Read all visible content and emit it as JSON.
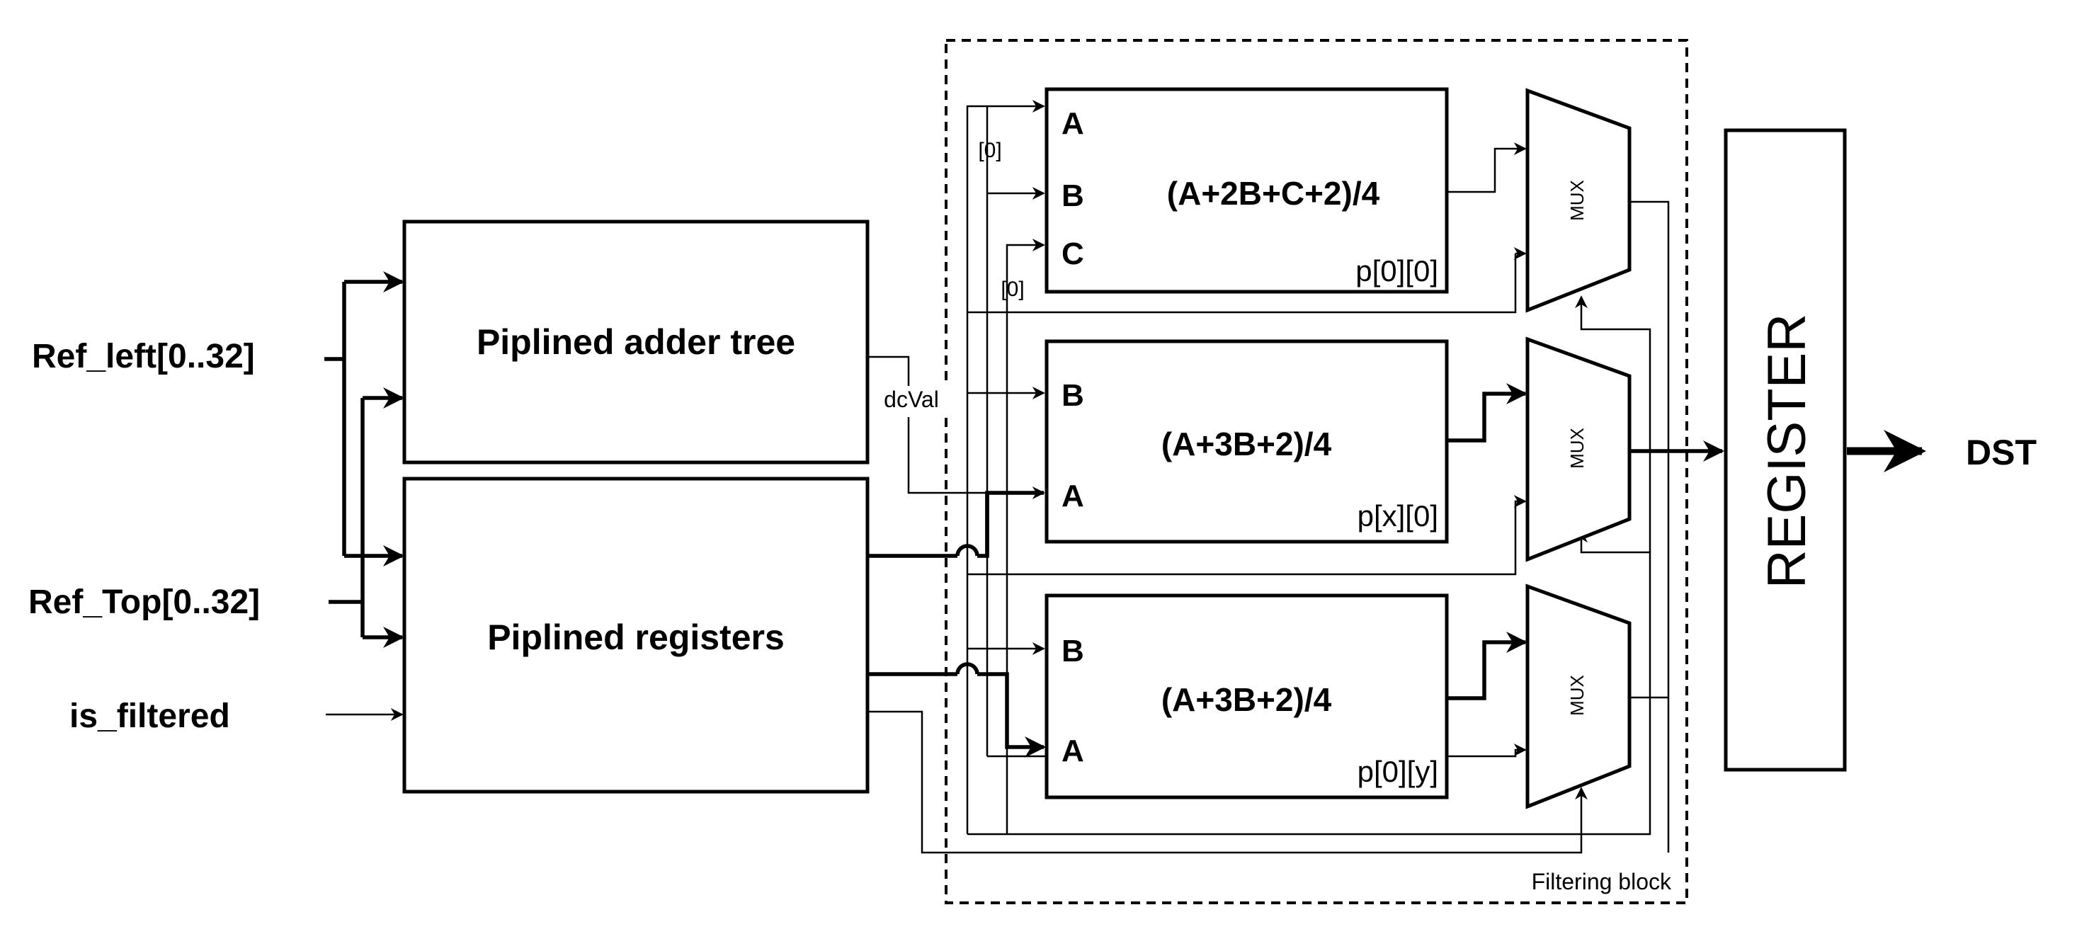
{
  "inputs": {
    "ref_left": "Ref_left[0..32]",
    "ref_top": "Ref_Top[0..32]",
    "is_filtered": "is_filtered"
  },
  "blocks": {
    "adder_tree": "Piplined adder tree",
    "registers": "Piplined registers",
    "filtering_block": "Filtering block",
    "register": "REGISTER",
    "output": "DST"
  },
  "wires": {
    "dcval": "dcVal",
    "zero_a": "[0]",
    "zero_c": "[0]"
  },
  "filters": [
    {
      "formula": "(A+2B+C+2)/4",
      "position": "p[0][0]",
      "ports": [
        "A",
        "B",
        "C"
      ]
    },
    {
      "formula": "(A+3B+2)/4",
      "position": "p[x][0]",
      "ports": [
        "B",
        "A"
      ]
    },
    {
      "formula": "(A+3B+2)/4",
      "position": "p[0][y]",
      "ports": [
        "B",
        "A"
      ]
    }
  ],
  "mux_label": "MUX"
}
